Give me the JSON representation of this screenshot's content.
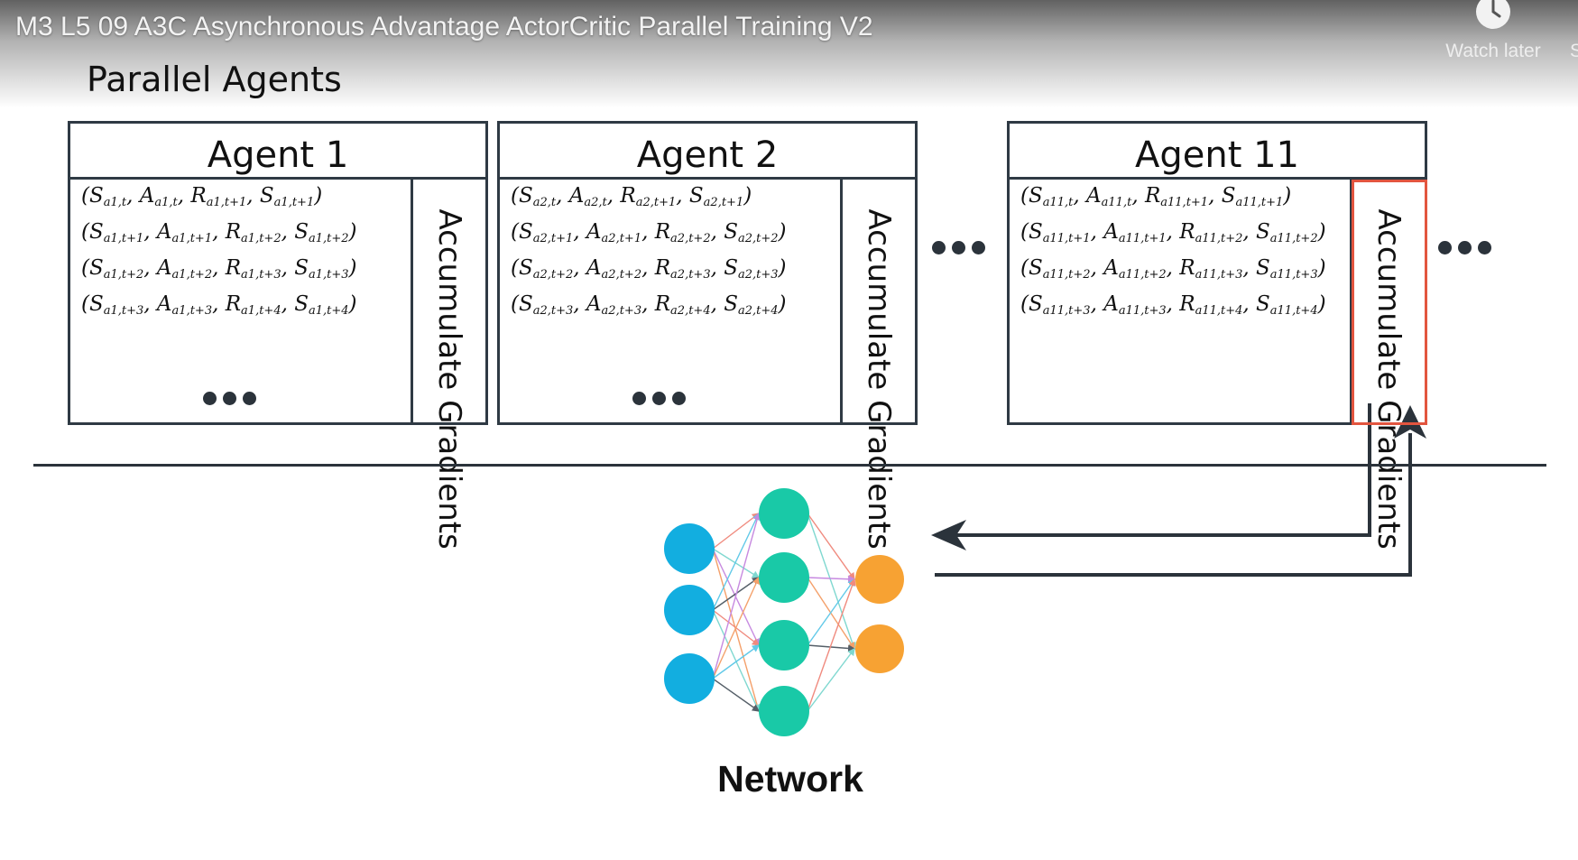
{
  "video": {
    "title": "M3 L5 09 A3C Asynchronous Advantage ActorCritic Parallel Training V2",
    "watch_later_label": "Watch later",
    "watch_later_icon": "clock-icon",
    "share_label_cut": "S"
  },
  "slide": {
    "heading": "Parallel Agents",
    "accumulate_label": "Accumulate Gradients",
    "network_label": "Network",
    "agents": [
      {
        "name": "Agent 1",
        "tuples": [
          {
            "s": "a1,t",
            "a": "a1,t",
            "r": "a1,t+1",
            "s2": "a1,t+1"
          },
          {
            "s": "a1,t+1",
            "a": "a1,t+1",
            "r": "a1,t+2",
            "s2": "a1,t+2"
          },
          {
            "s": "a1,t+2",
            "a": "a1,t+2",
            "r": "a1,t+3",
            "s2": "a1,t+3"
          },
          {
            "s": "a1,t+3",
            "a": "a1,t+3",
            "r": "a1,t+4",
            "s2": "a1,t+4"
          }
        ],
        "has_more": true,
        "highlighted": false
      },
      {
        "name": "Agent 2",
        "tuples": [
          {
            "s": "a2,t",
            "a": "a2,t",
            "r": "a2,t+1",
            "s2": "a2,t+1"
          },
          {
            "s": "a2,t+1",
            "a": "a2,t+1",
            "r": "a2,t+2",
            "s2": "a2,t+2"
          },
          {
            "s": "a2,t+2",
            "a": "a2,t+2",
            "r": "a2,t+3",
            "s2": "a2,t+3"
          },
          {
            "s": "a2,t+3",
            "a": "a2,t+3",
            "r": "a2,t+4",
            "s2": "a2,t+4"
          }
        ],
        "has_more": true,
        "highlighted": false
      },
      {
        "name": "Agent 11",
        "tuples": [
          {
            "s": "a11,t",
            "a": "a11,t",
            "r": "a11,t+1",
            "s2": "a11,t+1"
          },
          {
            "s": "a11,t+1",
            "a": "a11,t+1",
            "r": "a11,t+2",
            "s2": "a11,t+2"
          },
          {
            "s": "a11,t+2",
            "a": "a11,t+2",
            "r": "a11,t+3",
            "s2": "a11,t+3"
          },
          {
            "s": "a11,t+3",
            "a": "a11,t+3",
            "r": "a11,t+4",
            "s2": "a11,t+4"
          }
        ],
        "has_more": false,
        "highlighted": true
      }
    ],
    "network": {
      "layers": [
        3,
        4,
        2
      ],
      "layer_colors": [
        "#12aee0",
        "#19c9a7",
        "#f7a233"
      ]
    },
    "colors": {
      "outline": "#2f3a44",
      "highlight": "#e2553f",
      "arrow": "#2b333b"
    }
  }
}
